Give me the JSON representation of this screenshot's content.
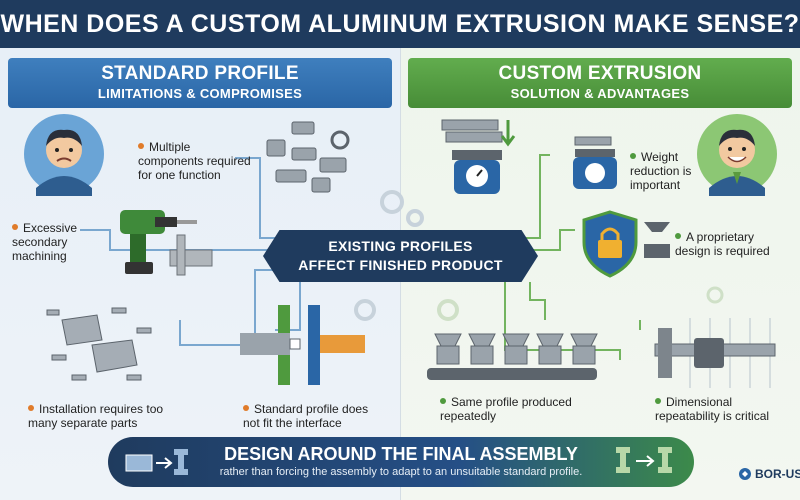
{
  "title": "WHEN DOES A CUSTOM ALUMINUM EXTRUSION MAKE SENSE?",
  "left_panel": {
    "title": "STANDARD PROFILE",
    "subtitle": "LIMITATIONS & COMPROMISES",
    "items": [
      "Multiple components required for one function",
      "Excessive secondary machining",
      "Installation requires too many separate parts",
      "Standard profile does not fit the interface"
    ]
  },
  "right_panel": {
    "title": "CUSTOM EXTRUSION",
    "subtitle": "SOLUTION & ADVANTAGES",
    "items": [
      "Weight reduction is important",
      "A proprietary design is required",
      "Same profile produced repeatedly",
      "Dimensional repeatability is critical"
    ]
  },
  "center": {
    "line1": "EXISTING PROFILES",
    "line2": "AFFECT FINISHED PRODUCT"
  },
  "footer": {
    "title": "DESIGN AROUND THE FINAL ASSEMBLY",
    "subtitle": "rather than forcing the assembly to adapt to an unsuitable standard profile."
  },
  "brand": "BOR-USA",
  "colors": {
    "navy": "#1f3b5e",
    "blue": "#2a66a6",
    "green": "#478c37",
    "orange": "#e07b2a"
  },
  "icons": [
    "worried-person-icon",
    "happy-person-icon",
    "components-icon",
    "drill-icon",
    "bolts-icon",
    "misfit-profile-icon",
    "scale-icon",
    "shield-lock-icon",
    "conveyor-icon",
    "caliper-icon",
    "gear-icon"
  ]
}
